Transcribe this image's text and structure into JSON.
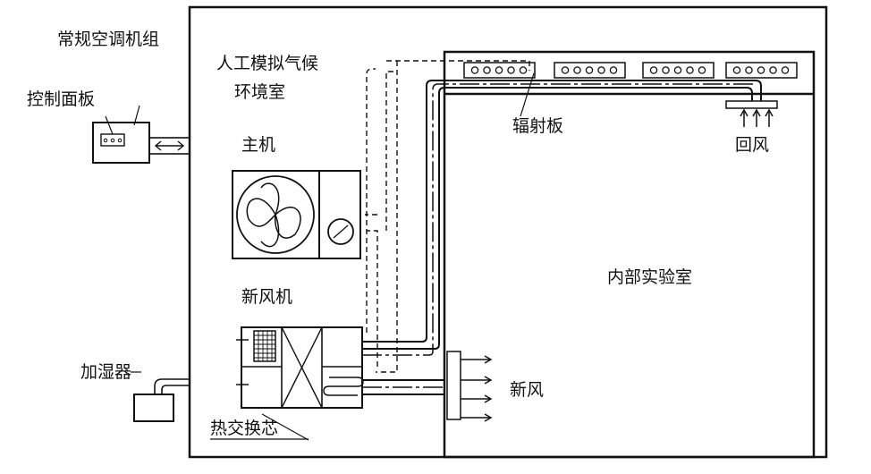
{
  "labels": {
    "ac_unit": "常规空调机组",
    "control_panel": "控制面板",
    "chamber_line1": "人工模拟气候",
    "chamber_line2": "环境室",
    "main_unit": "主机",
    "fresh_air_unit": "新风机",
    "radiant_panel": "辐射板",
    "return_air": "回风",
    "inner_lab": "内部实验室",
    "fresh_air": "新风",
    "humidifier": "加湿器",
    "heat_exchange_core": "热交换芯"
  }
}
